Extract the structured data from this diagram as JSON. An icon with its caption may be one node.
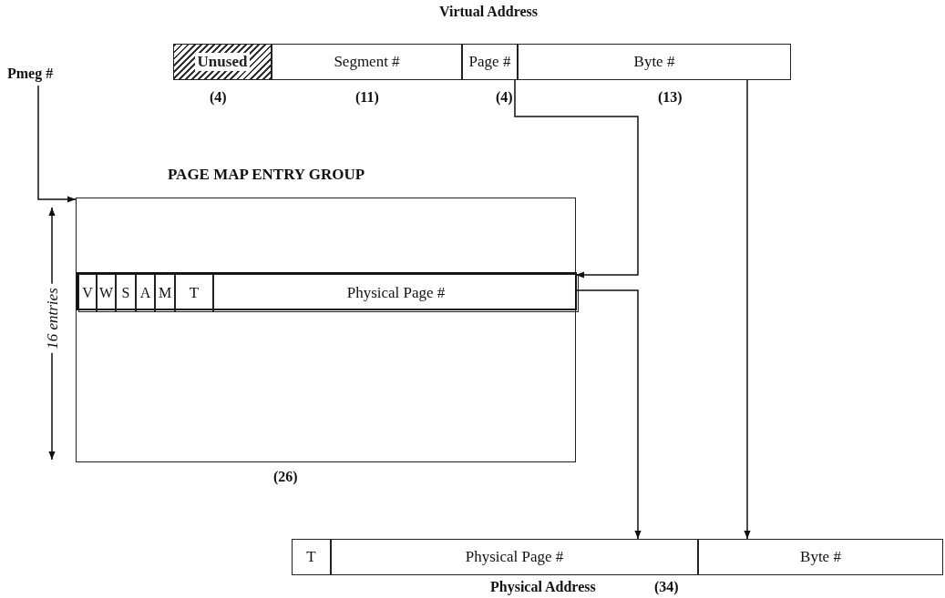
{
  "diagram": {
    "nodes": [
      {
        "text": [
          "Unused"
        ]
      },
      {
        "text": [
          "Segment #"
        ]
      },
      {
        "text": [
          "Page #"
        ]
      },
      {
        "text": [
          "Byte #"
        ]
      },
      {
        "text": [
          "Pmeg #"
        ]
      },
      {
        "text": [
          "PAGE MAP ENTRY GROUP"
        ]
      },
      {
        "text": [],
        "shape": "bar",
        "in": 5
      },
      {
        "text": [
          "V"
        ],
        "in": 6
      },
      {
        "text": [
          "W"
        ],
        "in": 6
      },
      {
        "text": [
          "S"
        ],
        "in": 6
      },
      {
        "text": [
          "A"
        ],
        "in": 6
      },
      {
        "text": [
          "M"
        ],
        "in": 6
      },
      {
        "text": [
          "T"
        ],
        "in": 6
      },
      {
        "text": [
          "Physical Page #"
        ],
        "in": 6
      },
      {
        "text": [
          "T"
        ]
      },
      {
        "text": [
          "Physical Page #"
        ]
      },
      {
        "text": [
          "Byte #"
        ]
      }
    ],
    "edges": [
      {
        "from": 2,
        "to": 6,
        "arrow": "to"
      },
      {
        "from": 6,
        "to": 15,
        "arrow": "to"
      },
      {
        "from": 3,
        "to": 16,
        "arrow": "to"
      },
      {
        "from": 4,
        "to": 5,
        "arrow": "to"
      }
    ],
    "labels": [
      "Virtual Address",
      "(4)",
      "(11)",
      "(4)",
      "(13)",
      "16 entries",
      "(26)",
      "Physical Address",
      "(34)"
    ]
  }
}
